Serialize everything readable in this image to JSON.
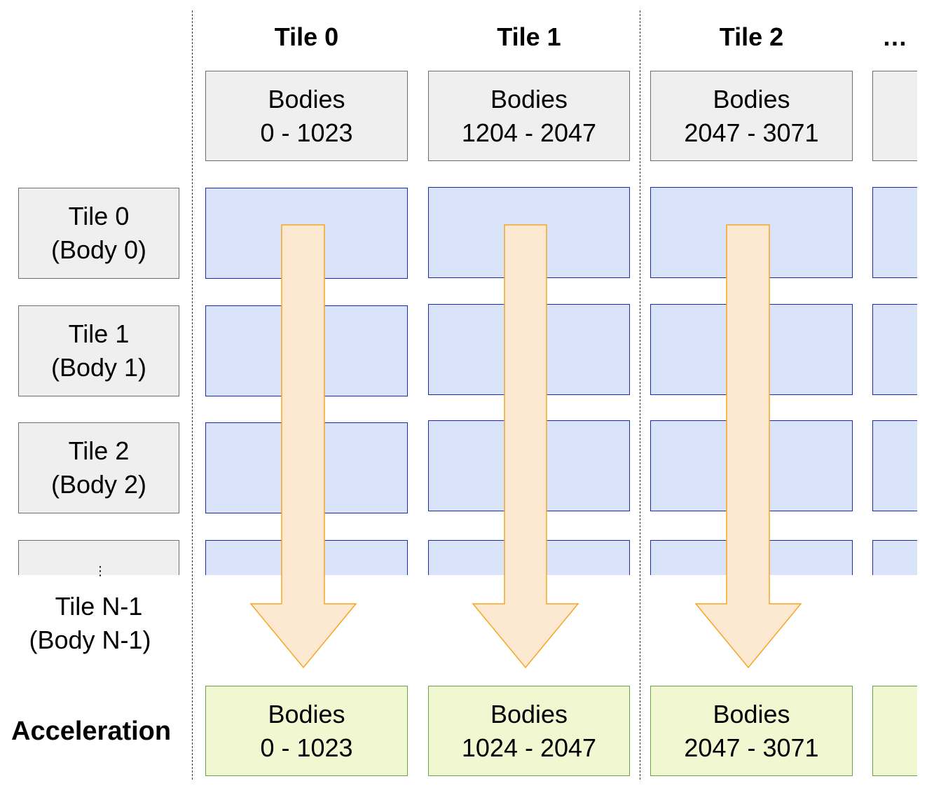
{
  "columns": [
    {
      "header": "Tile 0",
      "top": {
        "line1": "Bodies",
        "line2": "0 - 1023"
      },
      "bottom": {
        "line1": "Bodies",
        "line2": "0 - 1023"
      }
    },
    {
      "header": "Tile 1",
      "top": {
        "line1": "Bodies",
        "line2": "1204 - 2047"
      },
      "bottom": {
        "line1": "Bodies",
        "line2": "1024 - 2047"
      }
    },
    {
      "header": "Tile 2",
      "top": {
        "line1": "Bodies",
        "line2": "2047 - 3071"
      },
      "bottom": {
        "line1": "Bodies",
        "line2": "2047 - 3071"
      }
    },
    {
      "header": "…"
    }
  ],
  "rows": [
    {
      "line1": "Tile 0",
      "line2": "(Body 0)"
    },
    {
      "line1": "Tile 1",
      "line2": "(Body 1)"
    },
    {
      "line1": "Tile 2",
      "line2": "(Body 2)"
    }
  ],
  "row_ellipsis": "⋮",
  "last_row": {
    "line1": "Tile N-1",
    "line2": "(Body N-1)"
  },
  "acceleration_label": "Acceleration",
  "colors": {
    "header_box_fill": "#efefef",
    "tile_fill": "#d9e4fb",
    "tile_border": "#1a2aa8",
    "arrow_fill": "#fde9d2",
    "arrow_stroke": "#f5a623",
    "result_fill": "#f1f8d1",
    "result_border": "#6aa34a"
  }
}
